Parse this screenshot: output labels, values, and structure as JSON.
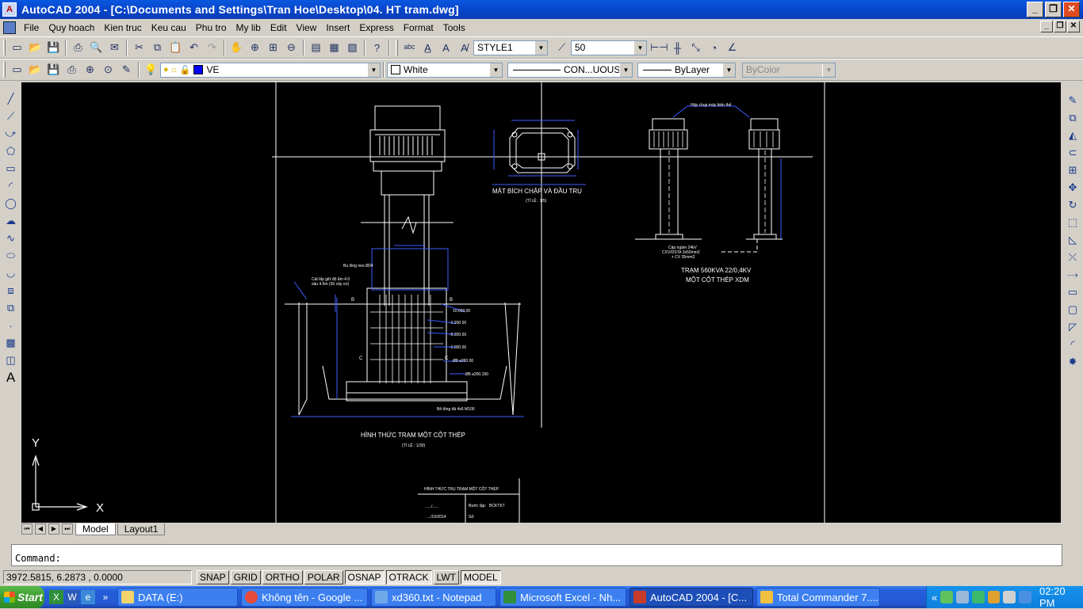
{
  "window": {
    "app_label": "AutoCAD 2004",
    "title": "AutoCAD 2004 - [C:\\Documents and Settings\\Tran Hoe\\Desktop\\04. HT tram.dwg]",
    "controls": [
      "_",
      "❐",
      "✕"
    ]
  },
  "menu": [
    "File",
    "Quy hoach",
    "Kien truc",
    "Keu cau",
    "Phu tro",
    "My lib",
    "Edit",
    "View",
    "Insert",
    "Express",
    "Format",
    "Tools"
  ],
  "toolbar1": {
    "text_style": "STYLE1",
    "dim_scale": "50"
  },
  "toolbar2": {
    "layer": "VE",
    "color": "White",
    "linetype": "CON...UOUS",
    "lineweight": "ByLayer",
    "plotstyle": "ByColor"
  },
  "drawing": {
    "labels": {
      "flange": "MẶT BÍCH CHẬP VÀ ĐẦU TRỤ",
      "flange_scale": "(TỈ LỆ : 1/5)",
      "station_title": "TRẠM 560KVA 22/0,4KV",
      "station_subtitle": "MỘT CỘT THÉP XDM",
      "station_note1": "Cáp ngầm 24kV",
      "station_note2": "CXV/DSTA 3x50mm2",
      "station_note3": "+ CV 35mm2",
      "pole_top_note": "Hộp chụp máy biến thế",
      "foundation_title": "HÌNH THỨC TRẠM MỘT CỘT THÉP",
      "foundation_scale": "(TỈ LỆ : 1/30)",
      "foundation_note": "Bê tông đá 4x6 M100",
      "ground_note1": "Cát lấp giữ độ ẩm 4.0",
      "ground_note2": "sâu 4.5m (30 cây cừ)",
      "bolt_note": "Bu lông neo Ø24",
      "sheet_title": "HÌNH THỨC TRỤ TRẠM MỘT CỘT THÉP",
      "sheet_date": ".../10/2014",
      "sheet_dash": "...../.....",
      "sheet_field1": "BCKTKT",
      "sheet_label1": "Bước lập:",
      "sheet_label2": "Số:",
      "level1": "±0.000.00",
      "level2": "-1.200.00",
      "level3": "-0.300.00",
      "level4": "-1.000.00",
      "level5": "Ø8 a200.00",
      "level6": "Ø8 a200.150",
      "sec_b": "B",
      "sec_c": "C",
      "axis_y": "Y",
      "axis_x": "X"
    }
  },
  "layout_tabs": [
    "Model",
    "Layout1"
  ],
  "command": {
    "prompt": "Command:"
  },
  "status": {
    "coords": "3972.5815, 6.2873  , 0.0000",
    "buttons": [
      "SNAP",
      "GRID",
      "ORTHO",
      "POLAR",
      "OSNAP",
      "OTRACK",
      "LWT",
      "MODEL"
    ],
    "active": [
      "OSNAP",
      "OTRACK",
      "MODEL"
    ]
  },
  "taskbar": {
    "start": "Start",
    "tasks": [
      {
        "label": "DATA (E:)",
        "color": "#f2d46b"
      },
      {
        "label": "Không tên - Google ...",
        "color": "#e84a3a"
      },
      {
        "label": "xd360.txt - Notepad",
        "color": "#6fa8e8"
      },
      {
        "label": "Microsoft Excel - Nh...",
        "color": "#2f8f3a"
      },
      {
        "label": "AutoCAD 2004 - [C...",
        "color": "#c83a2a"
      },
      {
        "label": "Total Commander 7....",
        "color": "#f0c040"
      }
    ],
    "time": "02:20 PM"
  }
}
